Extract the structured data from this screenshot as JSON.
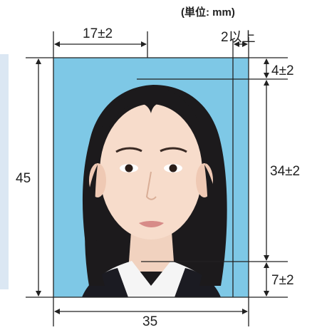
{
  "unit_note": "(単位: mm)",
  "dimensions": {
    "head_offset": "17±2",
    "side_margin": "2以上",
    "top_margin": "4±2",
    "photo_height": "45",
    "face_length": "34±2",
    "chin_margin": "7±2",
    "photo_width": "35"
  },
  "colors": {
    "background": "#7ec8e6",
    "line": "#222222"
  },
  "photo": {
    "subject": "passport-style portrait photo of a woman on light blue background"
  }
}
